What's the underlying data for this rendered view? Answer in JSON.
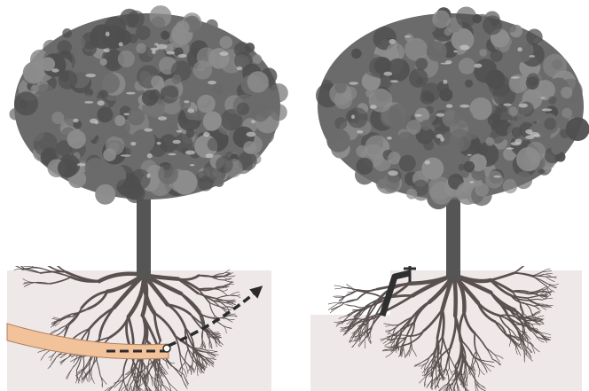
{
  "panels": [
    {
      "id": "left",
      "has_pipe": true,
      "has_arrow": true,
      "has_bent_pipe": false
    },
    {
      "id": "right",
      "has_pipe": false,
      "has_arrow": false,
      "has_bent_pipe": true
    }
  ],
  "colors": {
    "background": "#ffffff",
    "soil": "#efe8e8",
    "canopy_dark": "#4f4f4f",
    "canopy_mid": "#6b6b6b",
    "canopy_light": "#8d8d8d",
    "trunk": "#555555",
    "roots": "#5a5050",
    "pipe": "#f2c29b",
    "pipe_edge": "#b08060",
    "arrow": "#2b2b2b"
  },
  "icons": {
    "left_arrow": "dashed-arrow-up-right",
    "right_pipe": "bent-pipe"
  }
}
